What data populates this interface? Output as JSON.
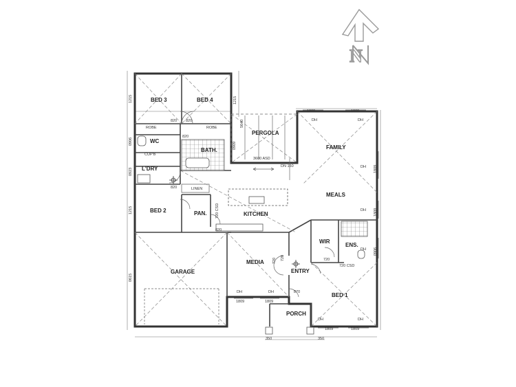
{
  "north_label": "N",
  "rooms": {
    "bed3": "BED 3",
    "bed4": "BED 4",
    "pergola": "PERGOLA",
    "family": "FAMILY",
    "wc": "WC",
    "bath": "BATH.",
    "ldry": "L'DRY",
    "meals": "MEALS",
    "bed2": "BED 2",
    "pan": "PAN.",
    "kitchen": "KITCHEN",
    "wir": "WIR",
    "ens": "ENS.",
    "media": "MEDIA",
    "entry": "ENTRY",
    "garage": "GARAGE",
    "bed1": "BED 1",
    "porch": "PORCH"
  },
  "annotations": {
    "robe_left": "ROBE",
    "robe_right": "ROBE",
    "cupboard": "CUP'B",
    "linen": "LINEN",
    "door_820_a": "820",
    "door_820_b": "820",
    "door_820_c": "820",
    "door_820_d": "820",
    "door_820_e": "820",
    "door_720_pan": "720 CSD",
    "door_720_a": "720",
    "door_720_b": "720",
    "door_720_ens": "720 CSD",
    "door_720_wir": "720",
    "door_870": "870",
    "pergola_width": "3600 ASD",
    "dn_150": "DN 150",
    "dh_family_left": "DH",
    "dh_family_right": "DH",
    "dh_media_left": "DH",
    "dh_media_right": "DH",
    "dh_bed1_left": "DH",
    "dh_bed1_right": "DH",
    "dh_family_side": "DH",
    "dh_meals_side": "DH",
    "dh_ens_side": "DH",
    "win_family_top_left": "1809",
    "win_family_top_right": "1809",
    "win_media_left": "1809",
    "win_media_right": "1809",
    "win_bed1_left": "1809",
    "win_bed1_right": "1809",
    "win_family_side": "1809",
    "win_meals_side": "1809",
    "win_ens_side": "0906",
    "win_bed3": "1215",
    "win_wc": "0906",
    "win_ldry": "0923",
    "win_bed2": "1215",
    "win_garage": "0615",
    "win_bed4": "1215",
    "pergola_height": "5640",
    "pergola_left": "0909",
    "porch_post_left": "350",
    "porch_post_right": "350"
  }
}
